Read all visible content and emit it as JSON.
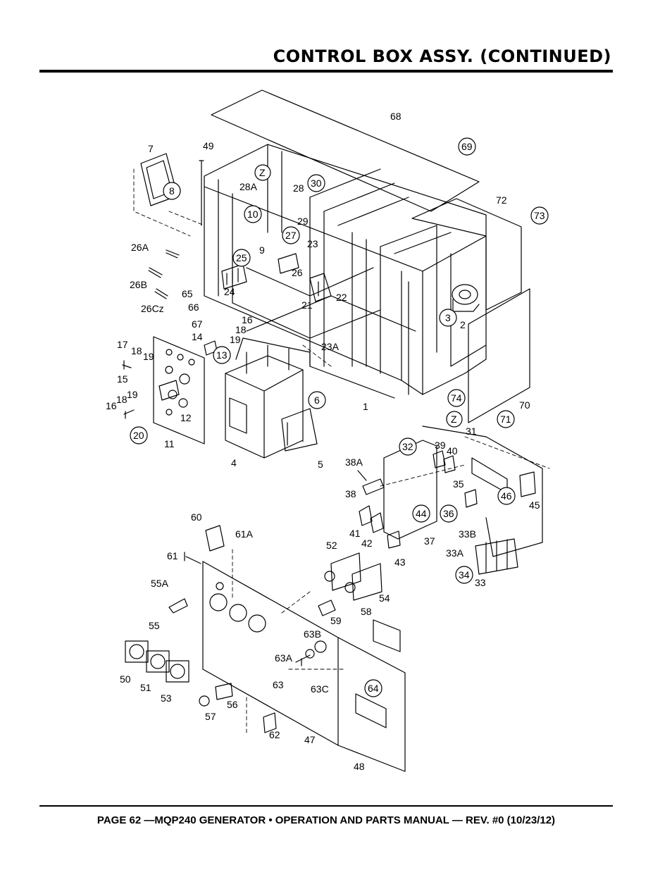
{
  "header": {
    "title": "CONTROL BOX  ASSY. (CONTINUED)"
  },
  "footer": {
    "text": "PAGE 62 —MQP240 GENERATOR • OPERATION AND PARTS MANUAL — REV. #0 (10/23/12)"
  },
  "diagram": {
    "callouts": [
      {
        "label": "68",
        "circled": false
      },
      {
        "label": "69",
        "circled": true
      },
      {
        "label": "7",
        "circled": false
      },
      {
        "label": "8",
        "circled": true
      },
      {
        "label": "49",
        "circled": false
      },
      {
        "label": "Z",
        "circled": true
      },
      {
        "label": "28A",
        "circled": false
      },
      {
        "label": "28",
        "circled": false
      },
      {
        "label": "30",
        "circled": true
      },
      {
        "label": "29",
        "circled": false
      },
      {
        "label": "72",
        "circled": false
      },
      {
        "label": "73",
        "circled": true
      },
      {
        "label": "10",
        "circled": true
      },
      {
        "label": "27",
        "circled": true
      },
      {
        "label": "9",
        "circled": false
      },
      {
        "label": "23",
        "circled": false
      },
      {
        "label": "26A",
        "circled": false
      },
      {
        "label": "25",
        "circled": true
      },
      {
        "label": "26",
        "circled": false
      },
      {
        "label": "26B",
        "circled": false
      },
      {
        "label": "24",
        "circled": false
      },
      {
        "label": "65",
        "circled": false
      },
      {
        "label": "21",
        "circled": false
      },
      {
        "label": "22",
        "circled": false
      },
      {
        "label": "26Cz",
        "circled": false
      },
      {
        "label": "66",
        "circled": false
      },
      {
        "label": "16",
        "circled": false
      },
      {
        "label": "3",
        "circled": true
      },
      {
        "label": "2",
        "circled": false
      },
      {
        "label": "67",
        "circled": false
      },
      {
        "label": "18",
        "circled": false
      },
      {
        "label": "14",
        "circled": false
      },
      {
        "label": "19",
        "circled": false
      },
      {
        "label": "23A",
        "circled": false
      },
      {
        "label": "13",
        "circled": true
      },
      {
        "label": "17",
        "circled": false
      },
      {
        "label": "18",
        "circled": false
      },
      {
        "label": "19",
        "circled": false
      },
      {
        "label": "15",
        "circled": false
      },
      {
        "label": "19",
        "circled": false
      },
      {
        "label": "18",
        "circled": false
      },
      {
        "label": "16",
        "circled": false
      },
      {
        "label": "12",
        "circled": false
      },
      {
        "label": "6",
        "circled": true
      },
      {
        "label": "1",
        "circled": false
      },
      {
        "label": "74",
        "circled": true
      },
      {
        "label": "70",
        "circled": false
      },
      {
        "label": "71",
        "circled": true
      },
      {
        "label": "Z",
        "circled": true
      },
      {
        "label": "20",
        "circled": true
      },
      {
        "label": "11",
        "circled": false
      },
      {
        "label": "4",
        "circled": false
      },
      {
        "label": "5",
        "circled": false
      },
      {
        "label": "31",
        "circled": false
      },
      {
        "label": "32",
        "circled": true
      },
      {
        "label": "39",
        "circled": false
      },
      {
        "label": "40",
        "circled": false
      },
      {
        "label": "38A",
        "circled": false
      },
      {
        "label": "38",
        "circled": false
      },
      {
        "label": "35",
        "circled": false
      },
      {
        "label": "46",
        "circled": true
      },
      {
        "label": "45",
        "circled": false
      },
      {
        "label": "44",
        "circled": true
      },
      {
        "label": "36",
        "circled": true
      },
      {
        "label": "41",
        "circled": false
      },
      {
        "label": "42",
        "circled": false
      },
      {
        "label": "37",
        "circled": false
      },
      {
        "label": "33B",
        "circled": false
      },
      {
        "label": "60",
        "circled": false
      },
      {
        "label": "61A",
        "circled": false
      },
      {
        "label": "43",
        "circled": false
      },
      {
        "label": "33A",
        "circled": false
      },
      {
        "label": "61",
        "circled": false
      },
      {
        "label": "52",
        "circled": false
      },
      {
        "label": "34",
        "circled": true
      },
      {
        "label": "33",
        "circled": false
      },
      {
        "label": "55A",
        "circled": false
      },
      {
        "label": "54",
        "circled": false
      },
      {
        "label": "58",
        "circled": false
      },
      {
        "label": "59",
        "circled": false
      },
      {
        "label": "55",
        "circled": false
      },
      {
        "label": "63B",
        "circled": false
      },
      {
        "label": "63A",
        "circled": false
      },
      {
        "label": "50",
        "circled": false
      },
      {
        "label": "51",
        "circled": false
      },
      {
        "label": "53",
        "circled": false
      },
      {
        "label": "63",
        "circled": false
      },
      {
        "label": "63C",
        "circled": false
      },
      {
        "label": "64",
        "circled": true
      },
      {
        "label": "56",
        "circled": false
      },
      {
        "label": "57",
        "circled": false
      },
      {
        "label": "62",
        "circled": false
      },
      {
        "label": "47",
        "circled": false
      },
      {
        "label": "48",
        "circled": false
      }
    ]
  }
}
